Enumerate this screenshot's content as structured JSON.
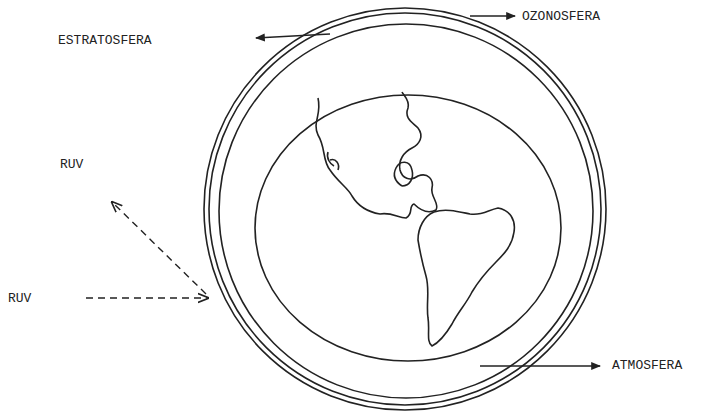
{
  "diagram": {
    "labels": [
      "ESTRATOSFERA",
      "OZONOSFERA",
      "RUV",
      "RUV",
      "ATMOSFERA"
    ]
  }
}
